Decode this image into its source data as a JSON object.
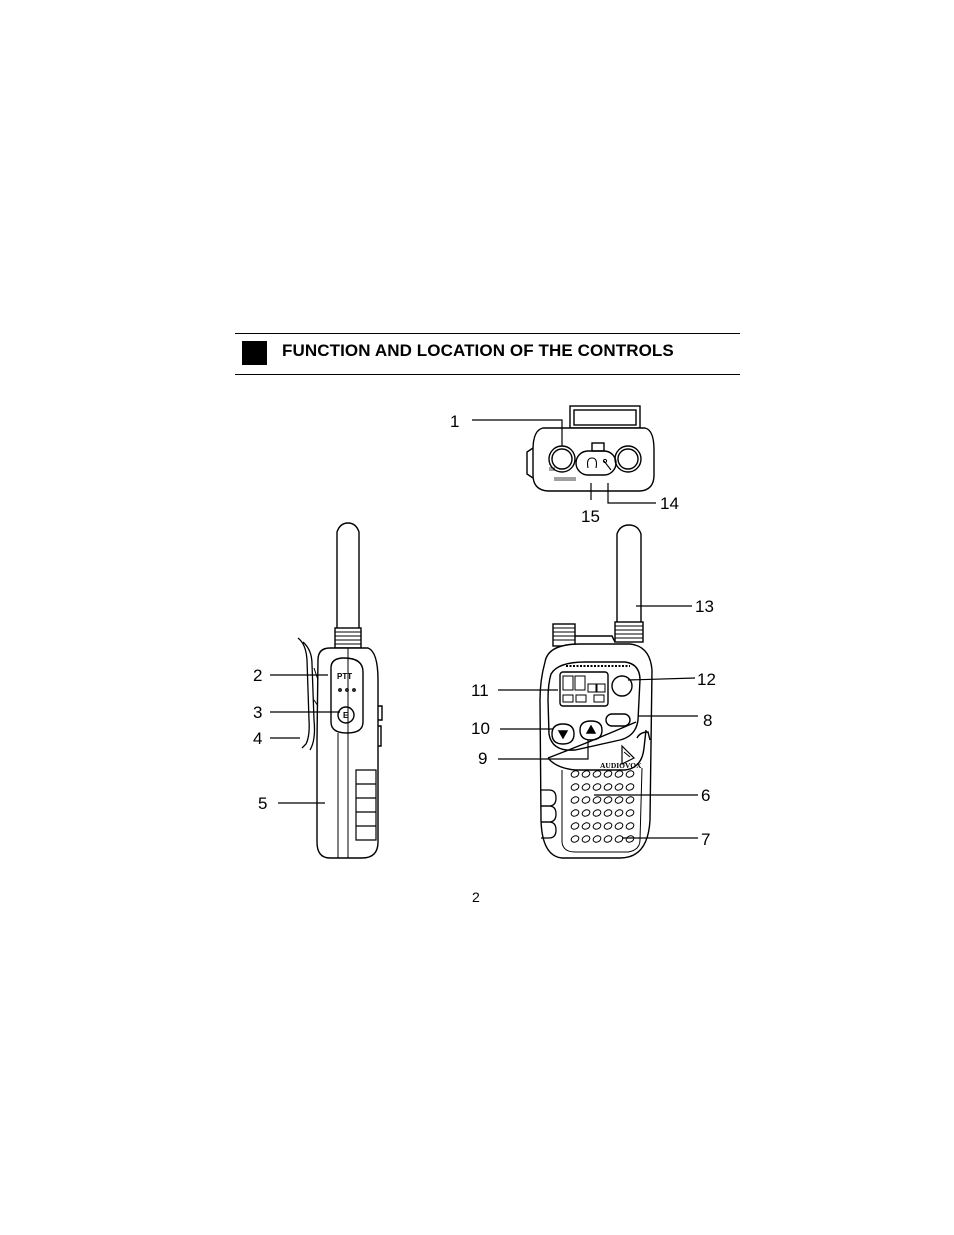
{
  "section": {
    "title": "FUNCTION AND LOCATION OF THE CONTROLS"
  },
  "figure": {
    "callouts": [
      "1",
      "2",
      "3",
      "4",
      "5",
      "6",
      "7",
      "8",
      "9",
      "10",
      "11",
      "12",
      "13",
      "14",
      "15"
    ],
    "device_labels": {
      "ptt": "PTT",
      "e_button": "E",
      "brand": "AUDIOVOX"
    }
  },
  "footer": {
    "page_number": "2"
  }
}
